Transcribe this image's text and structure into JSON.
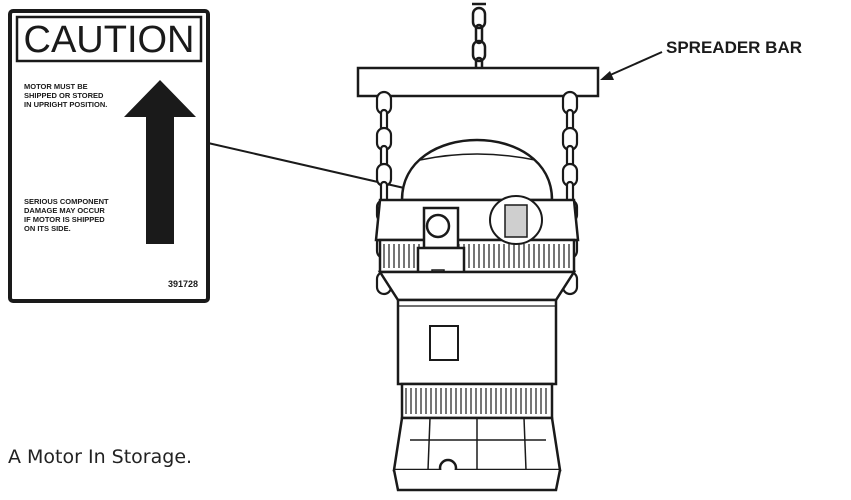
{
  "label": {
    "title": "CAUTION",
    "upright_text": [
      "MOTOR MUST BE",
      "SHIPPED OR STORED",
      "IN UPRIGHT POSITION."
    ],
    "warning_text": [
      "SERIOUS COMPONENT",
      "DAMAGE MAY OCCUR",
      "IF MOTOR IS SHIPPED",
      "ON ITS SIDE."
    ],
    "part_number": "391728"
  },
  "callouts": {
    "spreader_bar": "SPREADER BAR"
  },
  "caption": "A Motor In Storage.",
  "colors": {
    "ink": "#1a1a1a",
    "paper": "#ffffff",
    "light_fill": "#e4e4e4"
  }
}
